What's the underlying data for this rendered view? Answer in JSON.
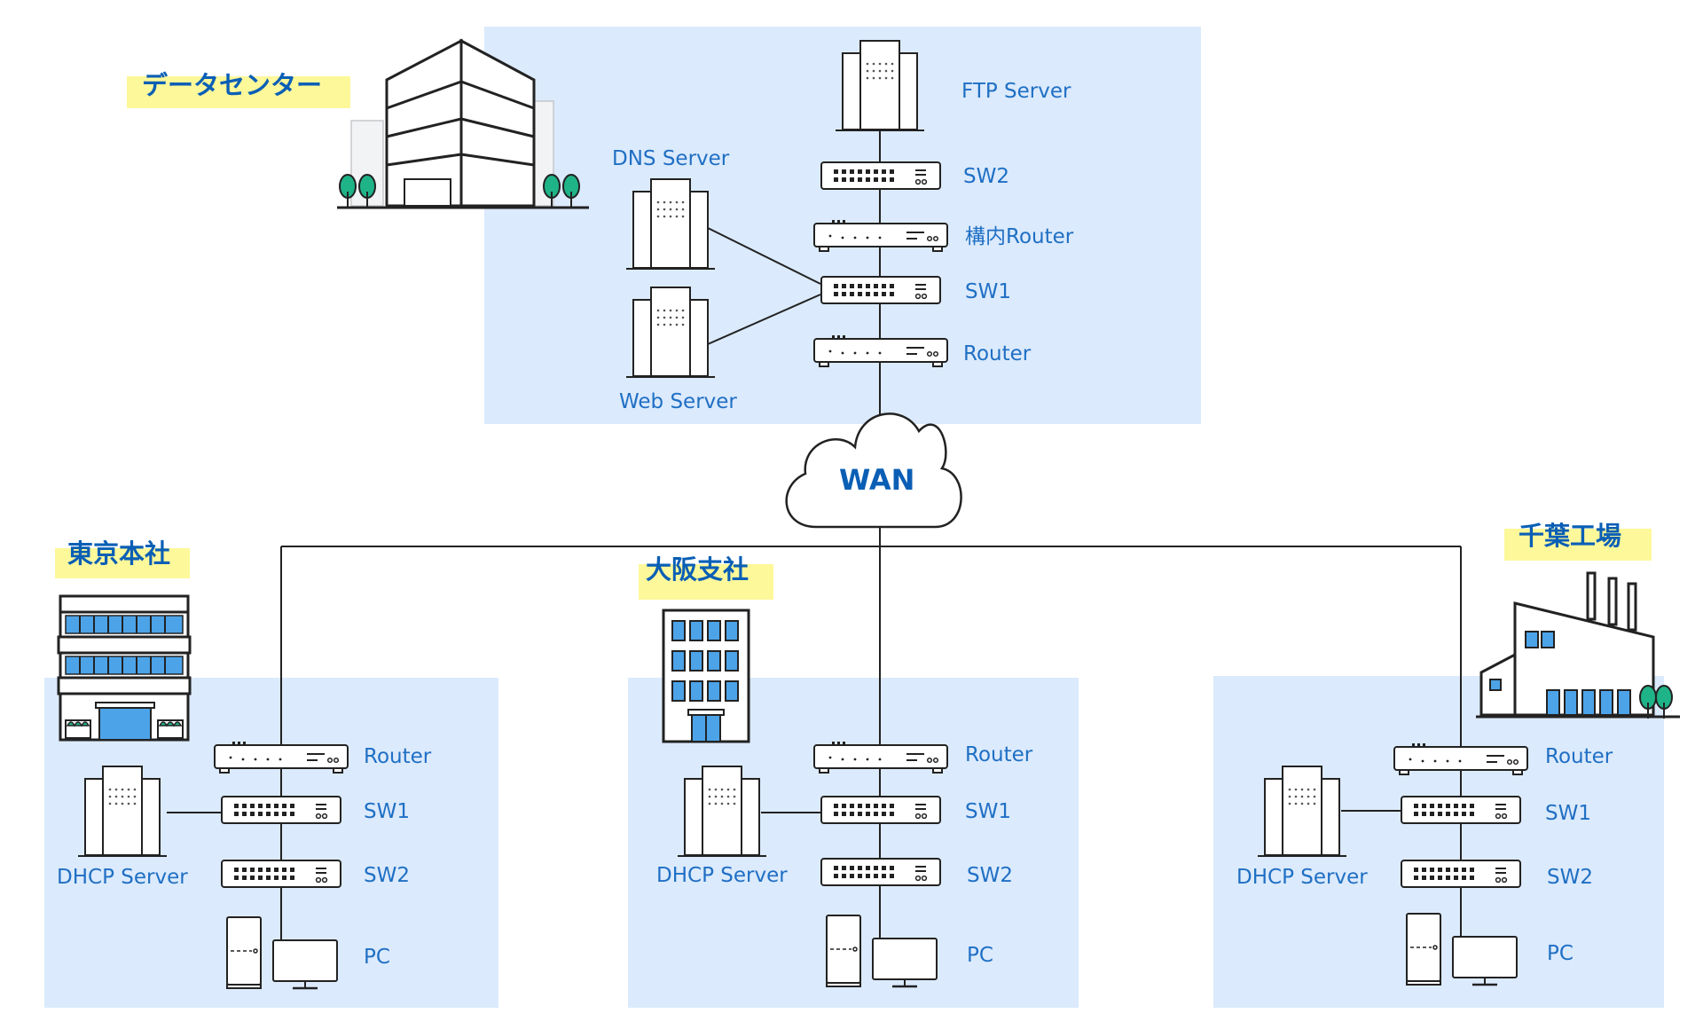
{
  "wan": {
    "label": "WAN"
  },
  "datacenter": {
    "title": "データセンター",
    "ftp_server": "FTP Server",
    "sw2": "SW2",
    "internal_router": "構内Router",
    "sw1": "SW1",
    "router": "Router",
    "dns_server": "DNS Server",
    "web_server": "Web Server"
  },
  "tokyo": {
    "title": "東京本社",
    "router": "Router",
    "sw1": "SW1",
    "sw2": "SW2",
    "dhcp_server": "DHCP Server",
    "pc": "PC"
  },
  "osaka": {
    "title": "大阪支社",
    "router": "Router",
    "sw1": "SW1",
    "sw2": "SW2",
    "dhcp_server": "DHCP Server",
    "pc": "PC"
  },
  "chiba": {
    "title": "千葉工場",
    "router": "Router",
    "sw1": "SW1",
    "sw2": "SW2",
    "dhcp_server": "DHCP Server",
    "pc": "PC"
  },
  "colors": {
    "zone": "#dbeafc",
    "highlight": "#fdf89a",
    "label": "#1f6fc4",
    "title": "#0a5fb5",
    "tree": "#1fb388"
  }
}
